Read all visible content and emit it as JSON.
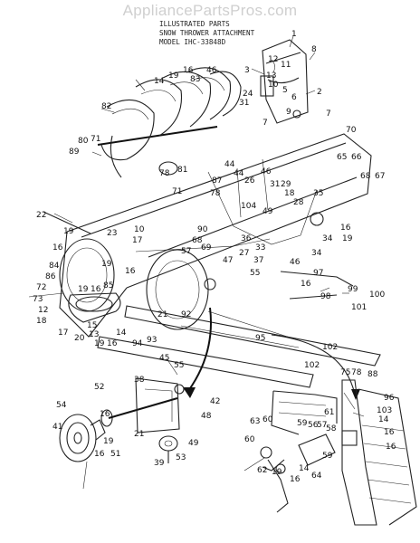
{
  "watermark": "AppliancePartsPros.com",
  "header": {
    "line1": "ILLUSTRATED PARTS",
    "line2": "SNOW THROWER ATTACHMENT",
    "line3": "MODEL IHC-33848D"
  },
  "callouts": {
    "c1": "1",
    "c8": "8",
    "c12": "12",
    "c11": "11",
    "c3": "3",
    "c13": "13",
    "c10": "10",
    "c24": "24",
    "c31": "31",
    "c7": "7",
    "c9": "9",
    "c5": "5",
    "c6": "6",
    "c2": "2",
    "c70": "70",
    "c19": "19",
    "c16": "16",
    "c46": "46",
    "c83": "83",
    "c14": "14",
    "c82": "82",
    "c80": "80",
    "c71": "71",
    "c89": "89",
    "c78": "78",
    "c81": "81",
    "c65": "65",
    "c66": "66",
    "c68": "68",
    "c67": "67",
    "c44": "44",
    "c87": "87",
    "c26": "26",
    "c29": "29",
    "c28": "28",
    "c35": "35",
    "c104": "104",
    "c49": "49",
    "c22": "22",
    "c23": "23",
    "c90": "90",
    "c68b": "68",
    "c69": "69",
    "c57": "57",
    "c36": "36",
    "c33": "33",
    "c27": "27",
    "c37": "37",
    "c34": "34",
    "c84": "84",
    "c86": "86",
    "c72": "72",
    "c73": "73",
    "c18": "18",
    "c17": "17",
    "c20": "20",
    "c15": "15",
    "c85": "85",
    "c55": "55",
    "c97": "97",
    "c98": "98",
    "c99": "99",
    "c100": "100",
    "c101": "101",
    "c21": "21",
    "c92": "92",
    "c95": "95",
    "c94": "94",
    "c93": "93",
    "c102": "102",
    "c45": "45",
    "c38": "38",
    "c42": "42",
    "c48": "48",
    "c52": "52",
    "c54": "54",
    "c41": "41",
    "c51": "51",
    "c49b": "49",
    "c53": "53",
    "c39": "39",
    "c75": "75",
    "c88": "88",
    "c96": "96",
    "c103": "103",
    "c63": "63",
    "c60": "60",
    "c59": "59",
    "c56": "56",
    "c57b": "57",
    "c58": "58",
    "c61": "61",
    "c64": "64",
    "c62": "62",
    "c47": "47"
  }
}
